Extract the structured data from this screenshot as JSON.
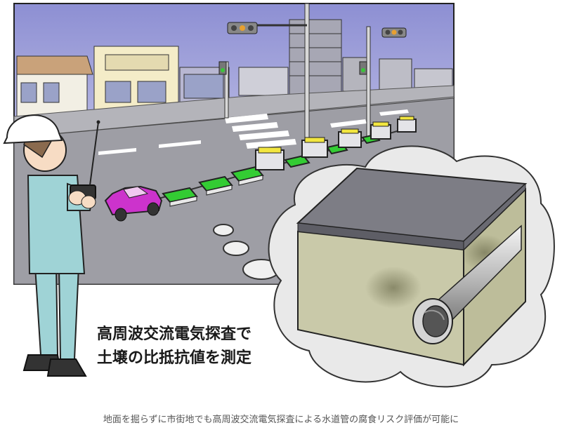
{
  "illustration": {
    "title_line1": "高周波交流電気探査で",
    "title_line2": "土壌の比抵抗値を測定",
    "caption": "地面を掘らずに市街地でも高周波交流電気探査による水道管の腐食リスク評価が可能に"
  },
  "colors": {
    "sky_top": "#8d8fd3",
    "sky_bottom": "#e8e7f4",
    "road": "#9c9ca3",
    "worker_suit": "#9fd3d6",
    "lead_car": "#cc33cc",
    "sensor_green": "#33cc33",
    "sensor_yellow": "#f2e640",
    "pipe_steel": "#c8c8c8",
    "soil": "#c9c9a9",
    "pavement_top": "#7d7d85"
  }
}
